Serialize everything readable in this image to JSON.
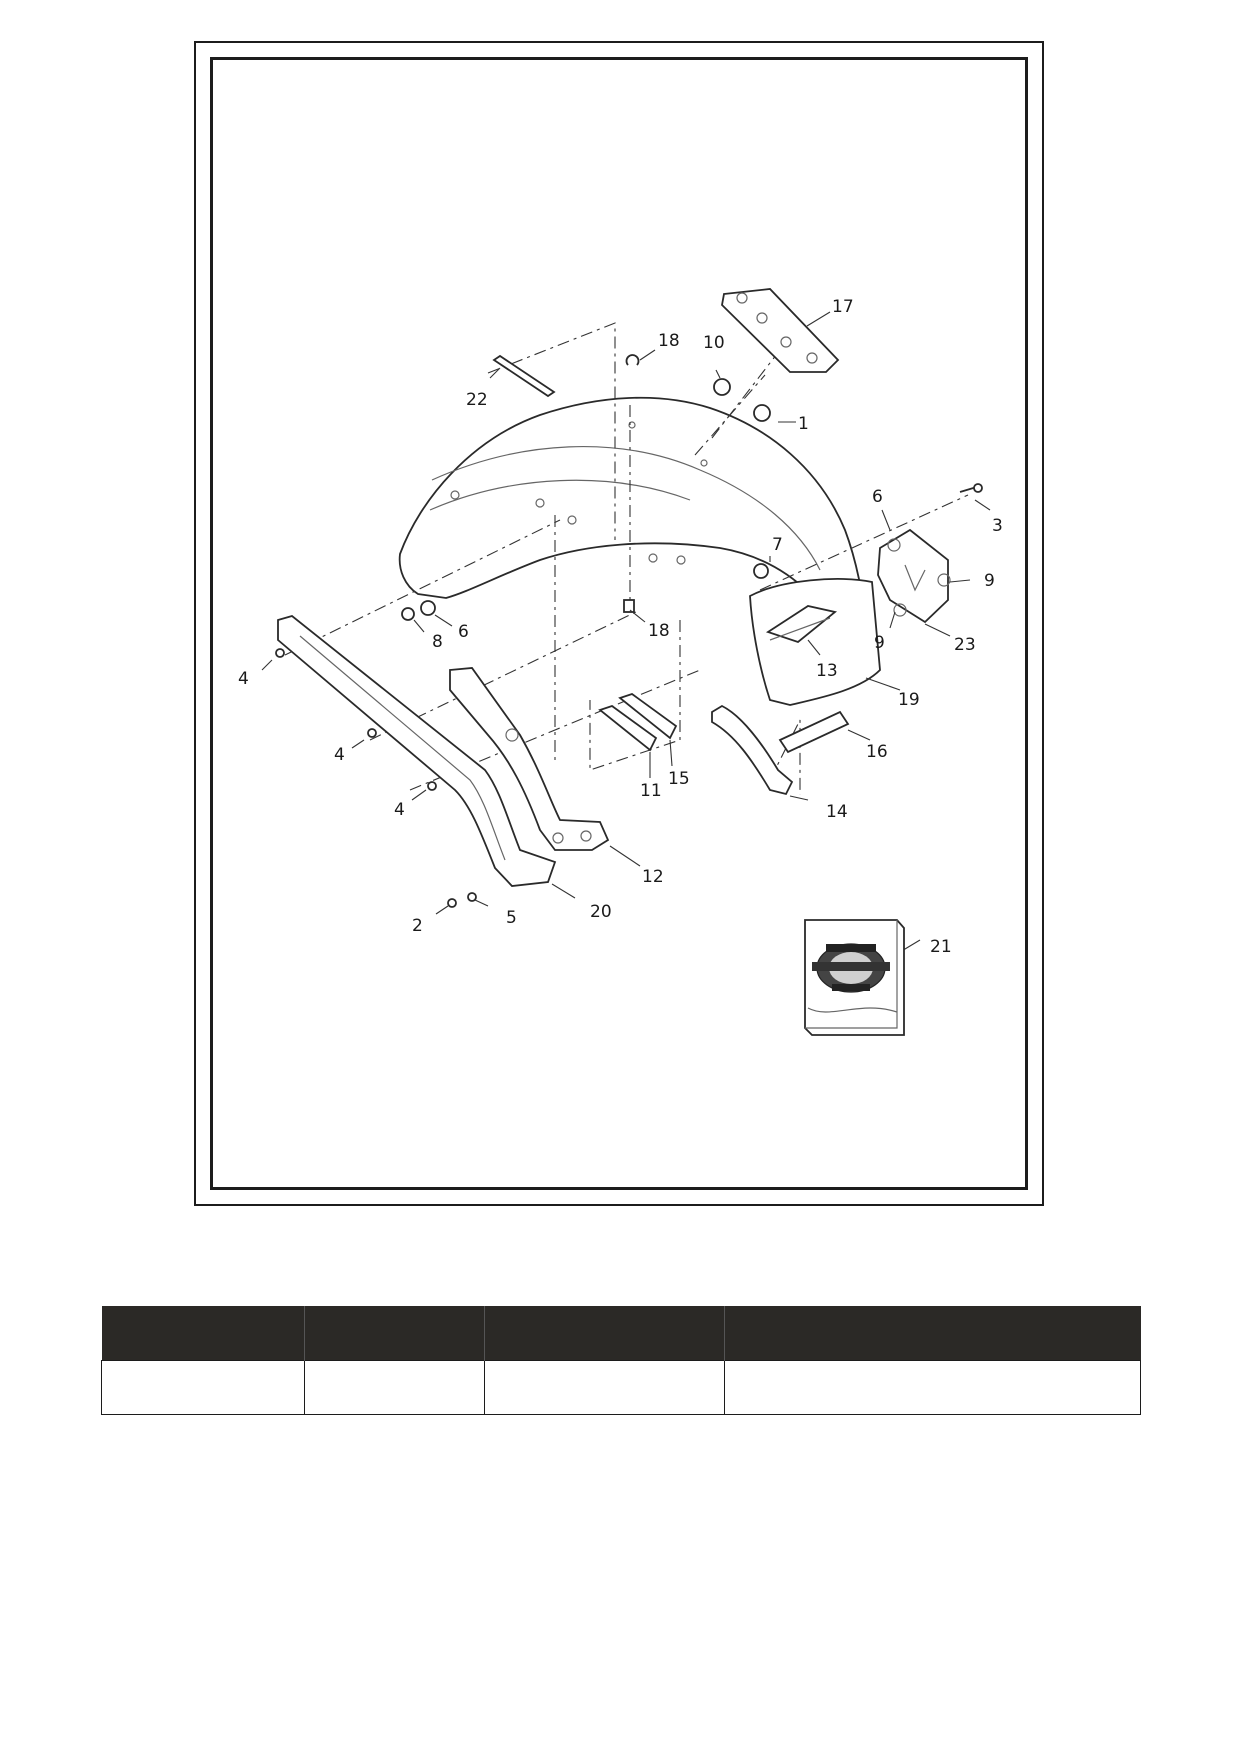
{
  "figure": {
    "callouts": [
      "17",
      "18",
      "10",
      "22",
      "1",
      "6",
      "3",
      "7",
      "9",
      "8",
      "6",
      "18",
      "13",
      "23",
      "9",
      "19",
      "4",
      "16",
      "4",
      "11",
      "15",
      "4",
      "14",
      "12",
      "2",
      "5",
      "20",
      "21"
    ],
    "badge_icon": "genuine-parts-logo"
  },
  "table": {
    "headers": [
      "",
      "",
      "",
      ""
    ],
    "rows": [
      [
        "",
        "",
        "",
        ""
      ]
    ]
  }
}
